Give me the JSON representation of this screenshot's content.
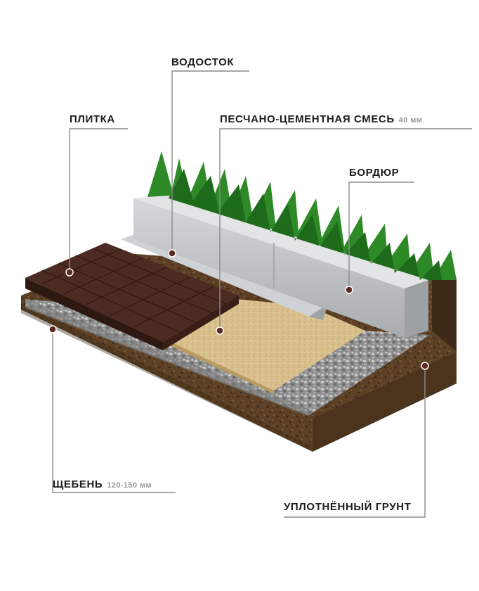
{
  "labels": {
    "vodostok": {
      "title": "ВОДОСТОК"
    },
    "plitka": {
      "title": "ПЛИТКА"
    },
    "smes": {
      "title": "ПЕСЧАНО-ЦЕМЕНТНАЯ СМЕСЬ",
      "thickness": "40 мм"
    },
    "bordyur": {
      "title": "БОРДЮР"
    },
    "sheben": {
      "title": "ЩЕБЕНЬ",
      "thickness": "120-150 мм"
    },
    "grunt": {
      "title": "УПЛОТНЁННЫЙ ГРУНТ"
    }
  },
  "colors": {
    "soil": "#5a3f24",
    "gravel": "#9a9a9a",
    "sand": "#d8bf8a",
    "paver": "#4a2a22",
    "curb": "#c4c7c9",
    "grass": "#2f8a2a",
    "leader": "#8a8a8a",
    "marker": "#5a2a20"
  }
}
